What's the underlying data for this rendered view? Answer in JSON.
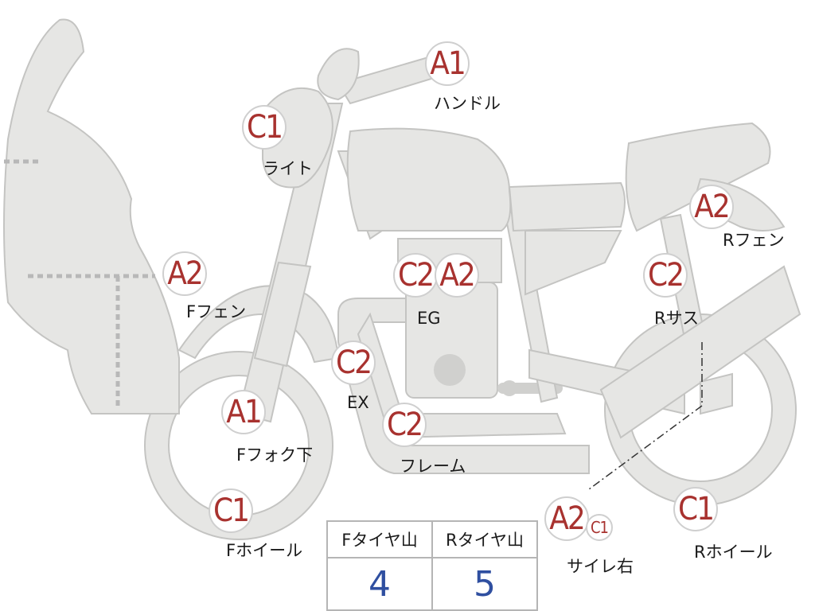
{
  "parts": [
    {
      "key": "handle",
      "grade": "A1",
      "label": "ハンドル"
    },
    {
      "key": "light",
      "grade": "C1",
      "label": "ライト"
    },
    {
      "key": "ffender",
      "grade": "A2",
      "label": "Fフェン"
    },
    {
      "key": "engine",
      "grades": [
        "C2",
        "A2"
      ],
      "label": "EG"
    },
    {
      "key": "exhaust",
      "grade": "C2",
      "label": "EX"
    },
    {
      "key": "ffork",
      "grade": "A1",
      "label": "Fフォク下"
    },
    {
      "key": "frame",
      "grade": "C2",
      "label": "フレーム"
    },
    {
      "key": "fwheel",
      "grade": "C1",
      "label": "Fホイール"
    },
    {
      "key": "rfender",
      "grade": "A2",
      "label": "Rフェン"
    },
    {
      "key": "rsus",
      "grade": "C2",
      "label": "Rサス"
    },
    {
      "key": "muffler",
      "grades": [
        "A2",
        "C1"
      ],
      "label": "サイレ右"
    },
    {
      "key": "rwheel",
      "grade": "C1",
      "label": "Rホイール"
    }
  ],
  "tire_table": {
    "headers": [
      "Fタイヤ山",
      "Rタイヤ山"
    ],
    "values": [
      "4",
      "5"
    ]
  },
  "colors": {
    "grade_text": "#a8322f",
    "tire_value": "#2f4fa0",
    "part_fill": "#e6e6e4"
  }
}
